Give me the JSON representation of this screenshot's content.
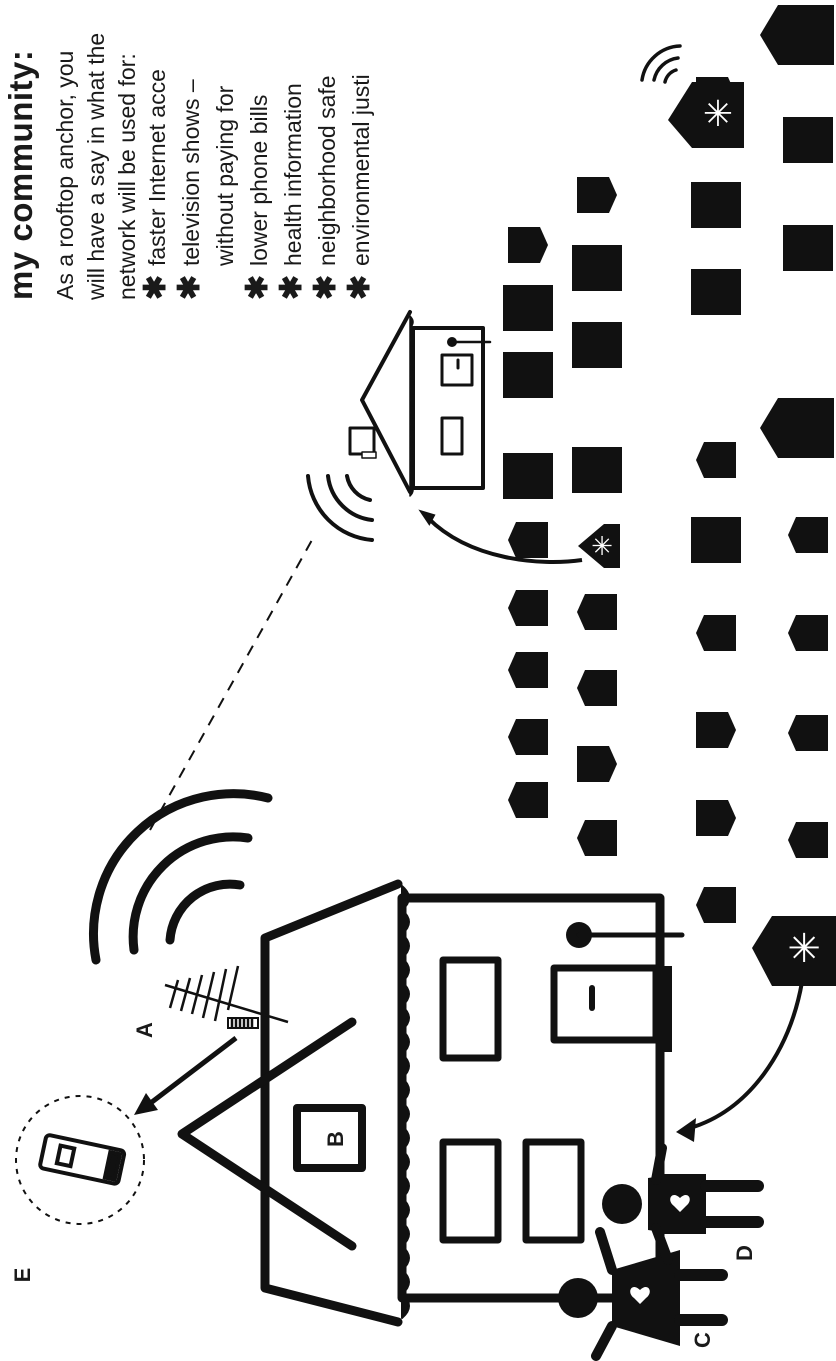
{
  "text": {
    "heading": "my community:",
    "intro": [
      "As a rooftop anchor, you",
      "will have a say in what the",
      "network will be used for:"
    ],
    "items": [
      {
        "lines": [
          "faster Internet acce"
        ]
      },
      {
        "lines": [
          "television shows –",
          "without paying for"
        ]
      },
      {
        "lines": [
          "lower phone bills"
        ]
      },
      {
        "lines": [
          "health information"
        ]
      },
      {
        "lines": [
          "neighborhood safe"
        ]
      },
      {
        "lines": [
          "environmental justi"
        ]
      }
    ]
  },
  "labels": {
    "A": "A",
    "B": "B",
    "C": "C",
    "D": "D",
    "E": "E"
  }
}
